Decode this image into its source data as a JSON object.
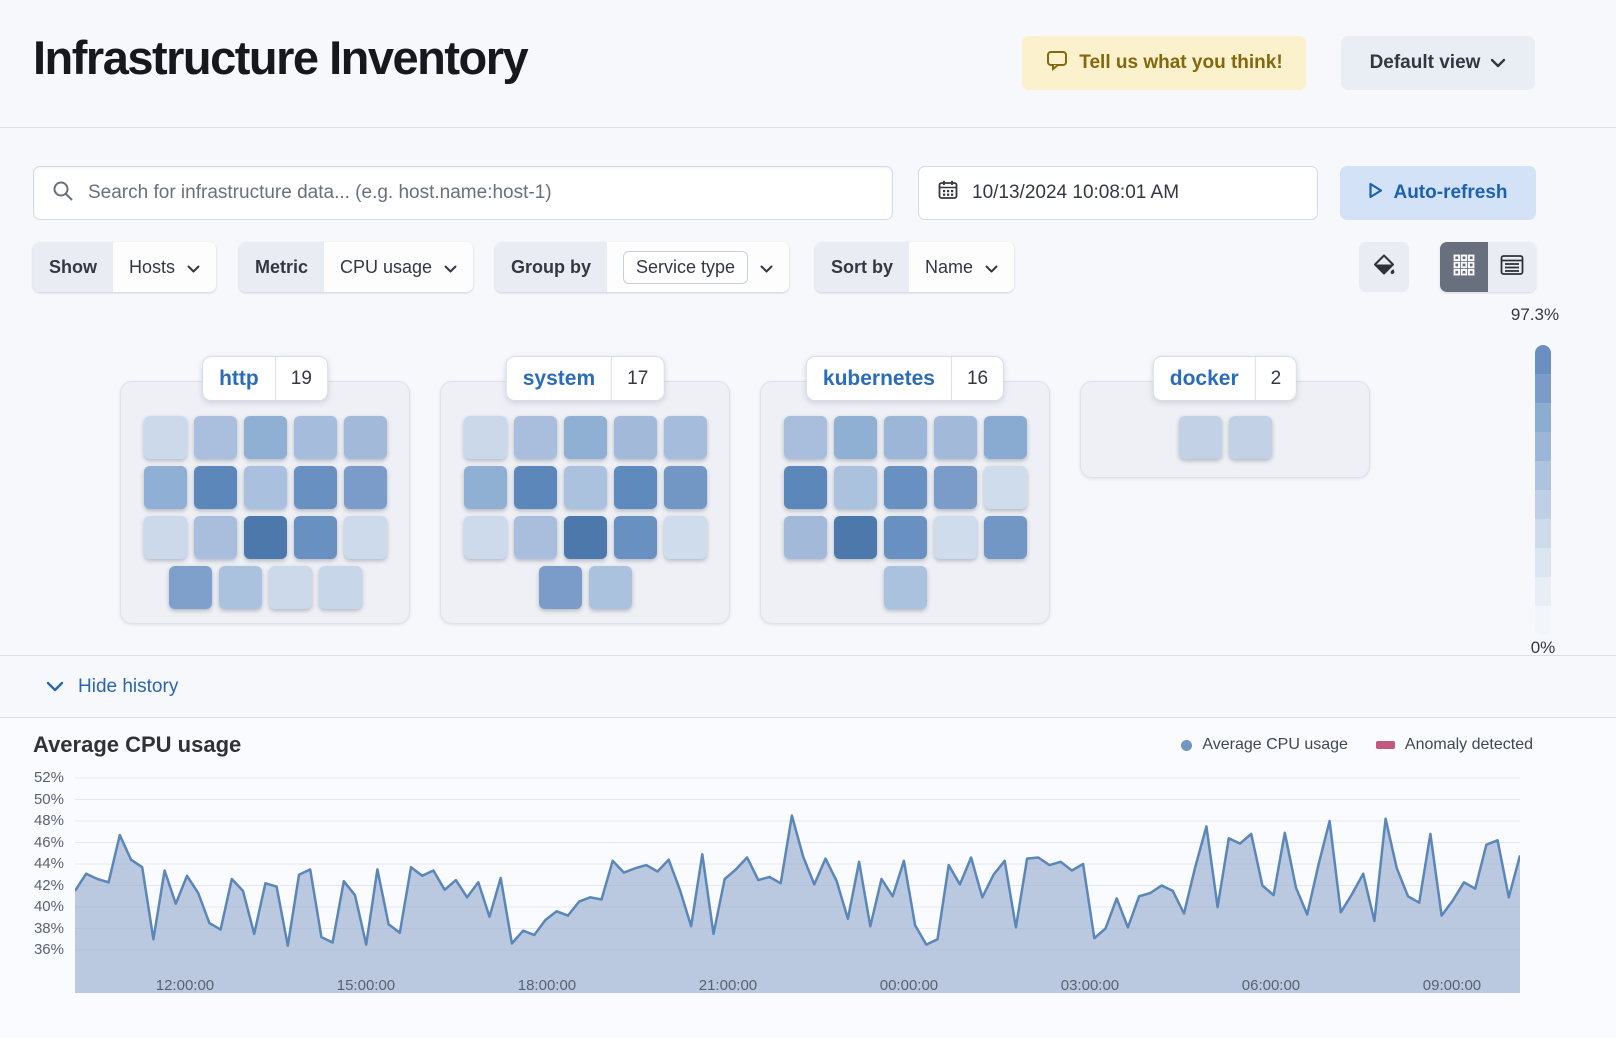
{
  "header": {
    "title": "Infrastructure Inventory",
    "feedback_label": "Tell us what you think!",
    "view_selector_label": "Default view"
  },
  "toolbar": {
    "search_placeholder": "Search for infrastructure data... (e.g. host.name:host-1)",
    "datetime_value": "10/13/2024 10:08:01 AM",
    "auto_refresh_label": "Auto-refresh"
  },
  "filters": {
    "show": {
      "label": "Show",
      "value": "Hosts"
    },
    "metric": {
      "label": "Metric",
      "value": "CPU usage"
    },
    "group_by": {
      "label": "Group by",
      "value": "Service type"
    },
    "sort_by": {
      "label": "Sort by",
      "value": "Name"
    }
  },
  "waffle": {
    "legend_max": "97.3%",
    "legend_min": "0%",
    "legend_steps": [
      "#6b8fc0",
      "#7b9cc8",
      "#8badd2",
      "#9cb6d8",
      "#aec3de",
      "#bfcfe5",
      "#cedbeb",
      "#dce5f0",
      "#e8eef5",
      "#f2f5fa"
    ],
    "groups": [
      {
        "name": "http",
        "count": "19",
        "rows": [
          [
            "#ccd9eb",
            "#aabfde",
            "#8fafd3",
            "#a6bcdc",
            "#a2b9da"
          ],
          [
            "#8fb0d4",
            "#5c87bb",
            "#a9c0de",
            "#6890c1",
            "#7b9cc8"
          ],
          [
            "#cbd9ea",
            "#a9bedd",
            "#4d78ac",
            "#6890c1",
            "#ccdaeb"
          ],
          [
            "#7fa0ca",
            "#abc2df",
            "#cbd9ea",
            "#c7d6e9"
          ]
        ]
      },
      {
        "name": "system",
        "count": "17",
        "rows": [
          [
            "#cbd8ea",
            "#a9bedd",
            "#8fafd3",
            "#a2b9da",
            "#a6bcdc"
          ],
          [
            "#8fafd3",
            "#5c87bb",
            "#abc2df",
            "#5f8abd",
            "#7397c5"
          ],
          [
            "#ccdaeb",
            "#a9bedd",
            "#4d78ac",
            "#6890c1",
            "#cfdcec"
          ],
          [
            "#7b9cc8",
            "#abc2df"
          ]
        ]
      },
      {
        "name": "kubernetes",
        "count": "16",
        "rows": [
          [
            "#a9bedd",
            "#8fafd3",
            "#9cb6d8",
            "#a2b9da",
            "#8aabd1"
          ],
          [
            "#5c87bb",
            "#abc2df",
            "#6890c1",
            "#7b9cc8",
            "#cfdcec"
          ],
          [
            "#a2b9da",
            "#4d78ac",
            "#6890c1",
            "#cfdcec",
            "#7397c5"
          ],
          [
            "#abc2df"
          ]
        ]
      },
      {
        "name": "docker",
        "count": "2",
        "rows": [
          [
            "#c2d1e5",
            "#c2d1e5"
          ]
        ]
      }
    ]
  },
  "history": {
    "toggle_label": "Hide history"
  },
  "chart_data": {
    "type": "area",
    "title": "Average CPU usage",
    "xlabel": "",
    "ylabel": "",
    "ylim": [
      32,
      52.6
    ],
    "grid": true,
    "legend": [
      {
        "label": "Average CPU usage",
        "color": "#7295c1",
        "shape": "dot"
      },
      {
        "label": "Anomaly detected",
        "color": "#c4587c",
        "shape": "bar"
      }
    ],
    "y_ticks": [
      "52%",
      "50%",
      "48%",
      "46%",
      "44%",
      "42%",
      "40%",
      "38%",
      "36%"
    ],
    "x_ticks": [
      "12:00:00",
      "15:00:00",
      "18:00:00",
      "21:00:00",
      "00:00:00",
      "03:00:00",
      "06:00:00",
      "09:00:00"
    ],
    "line_color": "#5b86b8",
    "fill_color": "rgba(144,169,204,0.6)",
    "values": [
      41.5,
      43.1,
      42.6,
      42.3,
      46.7,
      44.4,
      43.7,
      37.0,
      43.4,
      40.3,
      42.9,
      41.3,
      38.5,
      37.9,
      42.6,
      41.5,
      37.5,
      42.2,
      41.9,
      36.4,
      43.0,
      43.5,
      37.2,
      36.7,
      42.4,
      41.1,
      36.5,
      43.5,
      38.4,
      37.6,
      43.7,
      42.9,
      43.4,
      41.6,
      42.5,
      40.9,
      42.3,
      39.1,
      42.7,
      36.6,
      37.8,
      37.4,
      38.8,
      39.6,
      39.2,
      40.5,
      40.9,
      40.7,
      44.3,
      43.2,
      43.6,
      43.9,
      43.3,
      44.4,
      41.6,
      38.2,
      44.9,
      37.5,
      42.6,
      43.5,
      44.6,
      42.5,
      42.8,
      42.2,
      48.5,
      44.7,
      42.1,
      44.5,
      42.4,
      38.9,
      44.2,
      38.2,
      42.6,
      41.0,
      44.3,
      38.3,
      36.5,
      37.0,
      43.9,
      42.1,
      44.6,
      40.9,
      43.0,
      44.3,
      38.1,
      44.5,
      44.6,
      43.9,
      44.2,
      43.4,
      44.0,
      37.1,
      38.0,
      40.8,
      38.1,
      41.0,
      41.3,
      42.0,
      41.5,
      39.4,
      43.7,
      47.5,
      40.0,
      46.4,
      45.9,
      46.8,
      42.0,
      41.1,
      46.9,
      41.8,
      39.3,
      43.9,
      48.0,
      39.5,
      41.2,
      43.1,
      38.7,
      48.2,
      43.6,
      41.0,
      40.4,
      46.8,
      39.2,
      40.6,
      42.3,
      41.7,
      45.8,
      46.2,
      40.9,
      44.8
    ]
  }
}
